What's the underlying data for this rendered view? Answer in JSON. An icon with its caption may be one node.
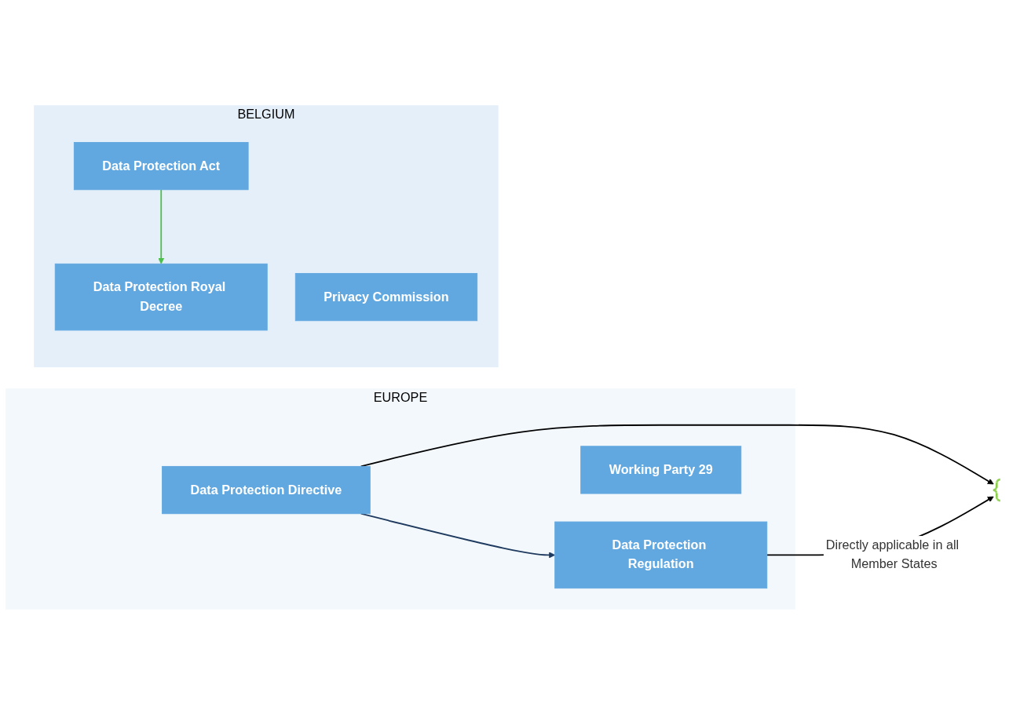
{
  "diagram": {
    "nodes": [
      {
        "text": [
          "EUROPE"
        ]
      },
      {
        "text": [
          "Data Protection Directive"
        ],
        "in": 0
      },
      {
        "text": [
          "Data Protection Regulation"
        ],
        "in": 0
      },
      {
        "text": [
          "Working Party 29"
        ],
        "in": 0
      },
      {
        "text": [
          "BELGIUM"
        ]
      },
      {
        "text": [
          "Data Protection Act"
        ],
        "in": 4
      },
      {
        "text": [
          "Data Protection Royal Decree"
        ],
        "in": 4
      },
      {
        "text": [
          "Privacy Commission"
        ],
        "in": 4
      },
      {
        "text": [],
        "shape": "bracket"
      }
    ],
    "edges": [
      {
        "from": 1,
        "to": 2,
        "arrow": "to",
        "color": "#1f3a5f"
      },
      {
        "from": 1,
        "to": 8,
        "arrow": "to"
      },
      {
        "from": 2,
        "to": 8,
        "arrow": "to",
        "label": "Directly applicable in all Member States"
      },
      {
        "from": 5,
        "to": 6,
        "arrow": "to",
        "color": "#4cbf4c"
      }
    ]
  }
}
